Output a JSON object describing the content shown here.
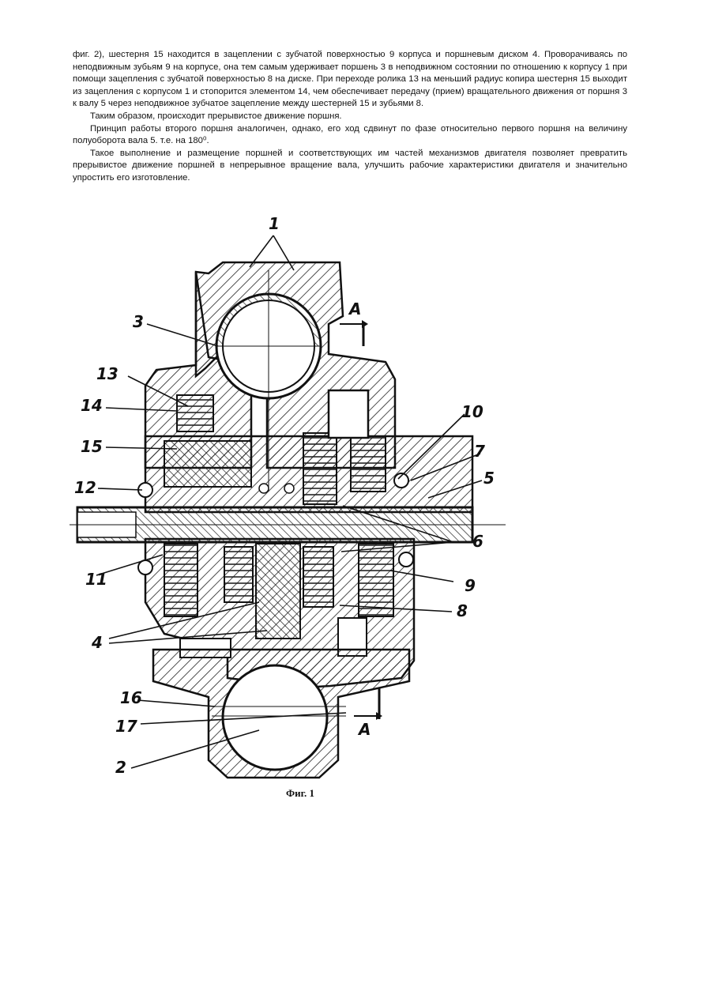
{
  "document": {
    "paragraphs": [
      {
        "text": "фиг. 2), шестерня 15 находится в зацеплении с зубчатой поверхностью 9 корпуса и поршневым диском 4. Проворачиваясь по неподвижным зубьям 9 на корпусе, она тем самым удерживает поршень 3 в неподвижном состоянии по отношению к корпусу 1 при помощи зацепления с зубчатой поверхностью 8 на диске. При переходе ролика 13 на меньший радиус копира шестерня 15 выходит из зацепления с корпусом 1 и стопорится элементом 14, чем обеспечивает передачу (прием) вращательного движения от поршня 3 к валу 5 через неподвижное зубчатое зацепление между шестерней 15 и зубьями 8.",
        "indent": false
      },
      {
        "text": "Таким образом, происходит прерывистое движение поршня.",
        "indent": true
      },
      {
        "text": "Принцип работы второго поршня аналогичен, однако, его ход сдвинут по фазе относительно первого поршня на величину полуоборота вала 5. т.е. на 180⁰.",
        "indent": true
      },
      {
        "text": "Такое выполнение и размещение поршней и соответствующих им частей механизмов двигателя позволяет превратить прерывистое движение поршней в непрерывное вращение вала, улучшить рабочие характеристики двигателя и значительно упростить его изготовление.",
        "indent": true
      }
    ],
    "figure": {
      "caption": "Фиг. 1",
      "section_labels": {
        "top": "А",
        "bottom": "А"
      },
      "part_labels": [
        "1",
        "3",
        "13",
        "14",
        "15",
        "12",
        "11",
        "4",
        "16",
        "17",
        "2",
        "10",
        "7",
        "5",
        "6",
        "9",
        "8"
      ]
    }
  }
}
